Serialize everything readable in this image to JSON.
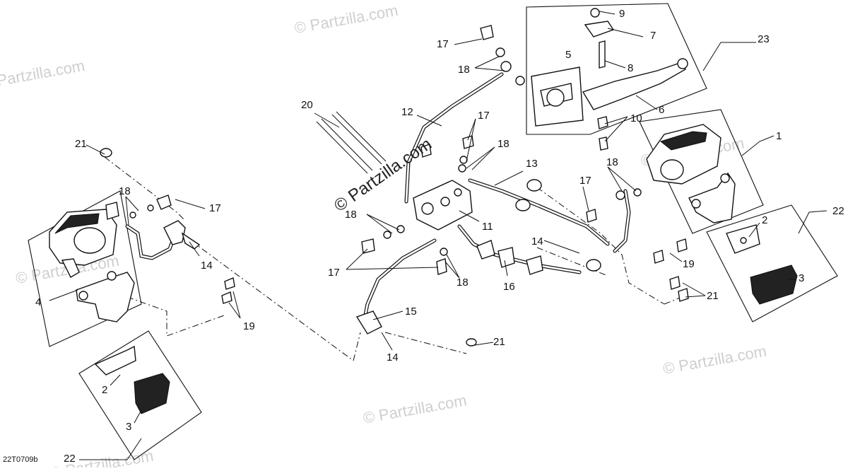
{
  "diagram": {
    "code": "22T0709b",
    "watermark": "© Partzilla.com",
    "center_watermark": "© Partzilla.com",
    "callouts": {
      "c1": "1",
      "c2a": "2",
      "c2b": "2",
      "c3a": "3",
      "c3b": "3",
      "c4": "4",
      "c5": "5",
      "c6": "6",
      "c7": "7",
      "c8": "8",
      "c9": "9",
      "c10": "10",
      "c11": "11",
      "c12": "12",
      "c13": "13",
      "c14a": "14",
      "c14b": "14",
      "c14c": "14",
      "c15": "15",
      "c16": "16",
      "c17a": "17",
      "c17b": "17",
      "c17c": "17",
      "c17d": "17",
      "c17e": "17",
      "c18a": "18",
      "c18b": "18",
      "c18c": "18",
      "c18d": "18",
      "c18e": "18",
      "c18f": "18",
      "c19a": "19",
      "c19b": "19",
      "c20": "20",
      "c21a": "21",
      "c21b": "21",
      "c21c": "21",
      "c22a": "22",
      "c22b": "22",
      "c23": "23"
    }
  }
}
